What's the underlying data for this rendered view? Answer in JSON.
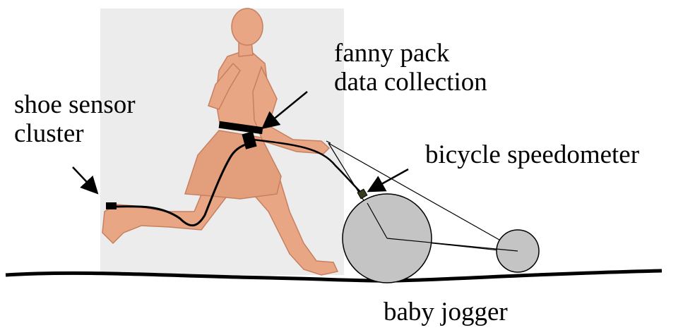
{
  "labels": {
    "fanny_pack_line1": "fanny pack",
    "fanny_pack_line2": "data collection",
    "shoe_sensor_line1": "shoe sensor",
    "shoe_sensor_line2": "cluster",
    "speedometer": "bicycle speedometer",
    "jogger": "baby jogger"
  },
  "colors": {
    "skin": "#e9a684",
    "skin_shade": "#c7805f",
    "wheel": "#c4c4c4",
    "background_panel": "#ececec",
    "sensor": "#3a3a1f"
  }
}
